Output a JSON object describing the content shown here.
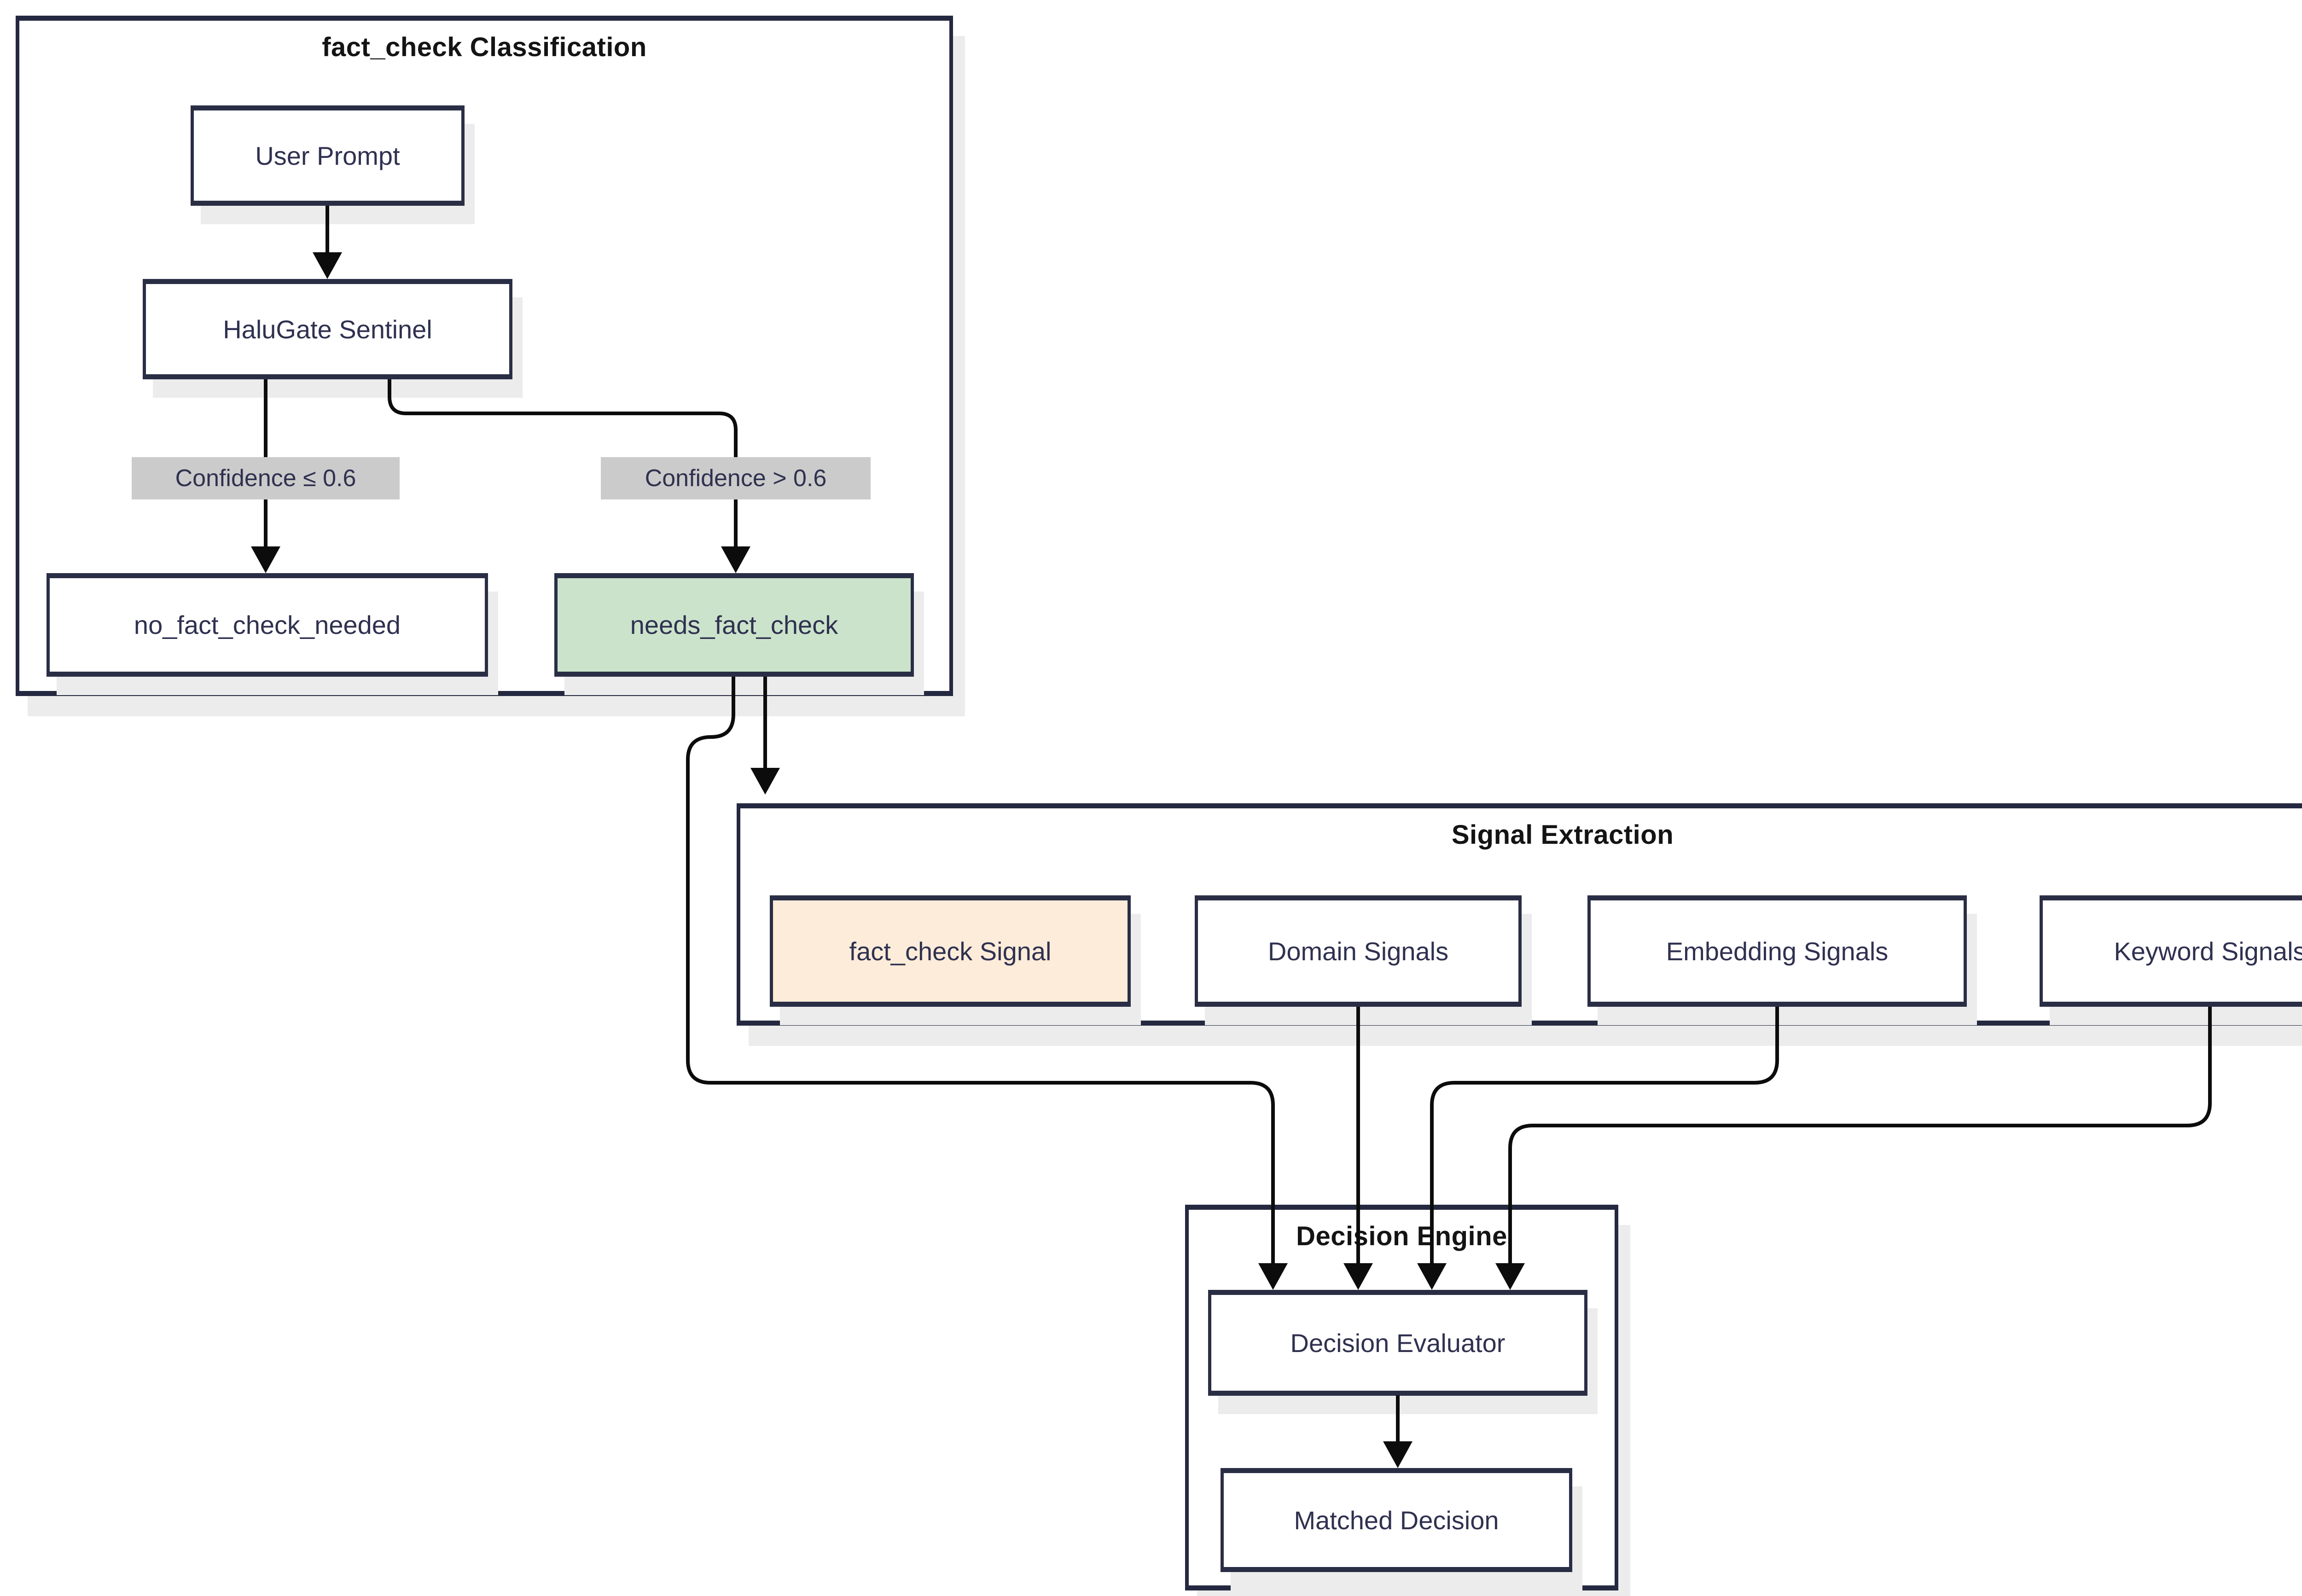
{
  "colors": {
    "background": "#ffffff",
    "node_fill": "#ffffff",
    "node_border": "#2a2e45",
    "node_text": "#2f3150",
    "subgraph_border": "#242840",
    "subgraph_title_text": "#141414",
    "edge_line": "#0c0c0c",
    "edge_label_bg": "#cbcbcb",
    "needs_fact_check_fill": "#cbe3cb",
    "fact_check_signal_fill": "#fcecd9",
    "shadow": "#ececec"
  },
  "subgraphs": {
    "classification": {
      "title": "fact_check Classification"
    },
    "signal_extraction": {
      "title": "Signal Extraction"
    },
    "decision_engine": {
      "title": "Decision Engine"
    }
  },
  "nodes": {
    "user_prompt": {
      "label": "User Prompt"
    },
    "halugate_sentinel": {
      "label": "HaluGate Sentinel"
    },
    "no_fact_check_needed": {
      "label": "no_fact_check_needed"
    },
    "needs_fact_check": {
      "label": "needs_fact_check"
    },
    "fact_check_signal": {
      "label": "fact_check Signal"
    },
    "domain_signals": {
      "label": "Domain Signals"
    },
    "embedding_signals": {
      "label": "Embedding Signals"
    },
    "keyword_signals": {
      "label": "Keyword Signals"
    },
    "decision_evaluator": {
      "label": "Decision Evaluator"
    },
    "matched_decision": {
      "label": "Matched Decision"
    }
  },
  "edge_labels": {
    "confidence_le": {
      "text": "Confidence ≤ 0.6"
    },
    "confidence_gt": {
      "text": "Confidence > 0.6"
    }
  },
  "edges": [
    {
      "from": "User Prompt",
      "to": "HaluGate Sentinel"
    },
    {
      "from": "HaluGate Sentinel",
      "to": "no_fact_check_needed",
      "label": "Confidence ≤ 0.6"
    },
    {
      "from": "HaluGate Sentinel",
      "to": "needs_fact_check",
      "label": "Confidence > 0.6"
    },
    {
      "from": "needs_fact_check",
      "to": "Signal Extraction"
    },
    {
      "from": "needs_fact_check",
      "to": "Decision Evaluator"
    },
    {
      "from": "Domain Signals",
      "to": "Decision Evaluator"
    },
    {
      "from": "Embedding Signals",
      "to": "Decision Evaluator"
    },
    {
      "from": "Keyword Signals",
      "to": "Decision Evaluator"
    },
    {
      "from": "Decision Evaluator",
      "to": "Matched Decision"
    }
  ]
}
